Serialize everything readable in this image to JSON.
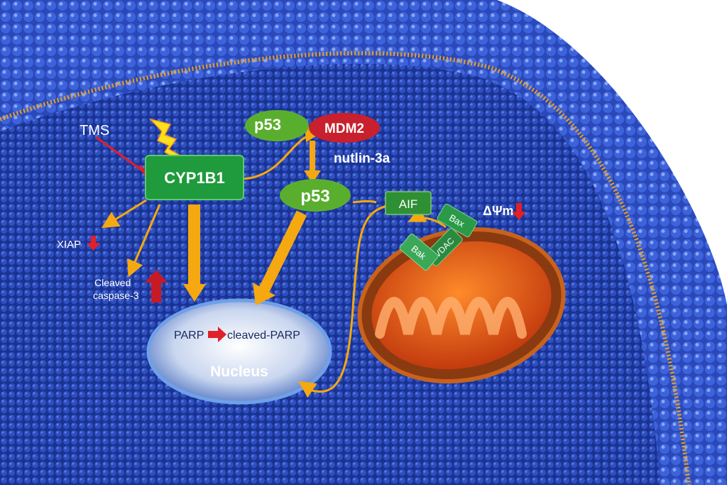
{
  "diagram": {
    "labels": {
      "tms": "TMS",
      "cyp1b1": "CYP1B1",
      "p53_bound": "p53",
      "mdm2": "MDM2",
      "nutlin": "nutlin-3a",
      "p53_free": "p53",
      "aif": "AIF",
      "bax": "Bax",
      "bak": "Bak",
      "vdac": "VDAC",
      "delta_psi": "ΔΨm",
      "xiap": "XIAP",
      "cleaved_caspase_line1": "Cleaved",
      "cleaved_caspase_line2": "caspase-3",
      "parp": "PARP",
      "cleaved_parp": "cleaved-PARP",
      "nucleus": "Nucleus"
    },
    "colors": {
      "cytoplasm": "#1d3a9e",
      "membrane_bead": "#3f5fd6",
      "membrane_tail": "#e8a020",
      "node_green": "#1f9a3c",
      "mdm2_red": "#c8202c",
      "arrow_orange": "#f5a810",
      "inhibit_red": "#e0202a",
      "mito_orange": "#e9581c"
    }
  }
}
